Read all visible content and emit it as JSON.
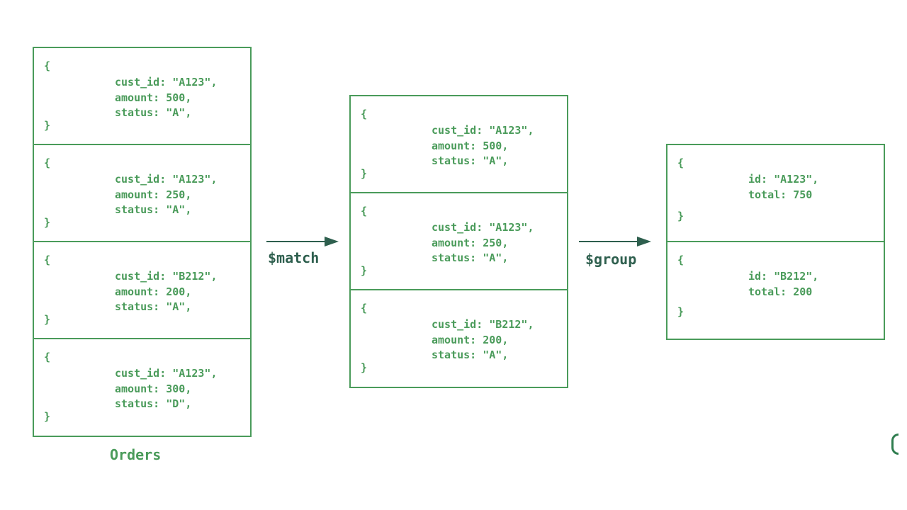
{
  "orders": {
    "caption": "Orders",
    "docs": [
      {
        "open": "{",
        "fields": [
          "cust_id: \"A123\",",
          "amount: 500,",
          "status: \"A\","
        ],
        "close": "}"
      },
      {
        "open": "{",
        "fields": [
          "cust_id: \"A123\",",
          "amount: 250,",
          "status: \"A\","
        ],
        "close": "}"
      },
      {
        "open": "{",
        "fields": [
          "cust_id: \"B212\",",
          "amount: 200,",
          "status: \"A\","
        ],
        "close": "}"
      },
      {
        "open": "{",
        "fields": [
          "cust_id: \"A123\",",
          "amount: 300,",
          "status: \"D\","
        ],
        "close": "}"
      }
    ]
  },
  "match_stage": {
    "label": "$match",
    "docs": [
      {
        "open": "{",
        "fields": [
          "cust_id: \"A123\",",
          "amount: 500,",
          "status: \"A\","
        ],
        "close": "}"
      },
      {
        "open": "{",
        "fields": [
          "cust_id: \"A123\",",
          "amount: 250,",
          "status: \"A\","
        ],
        "close": "}"
      },
      {
        "open": "{",
        "fields": [
          "cust_id: \"B212\",",
          "amount: 200,",
          "status: \"A\","
        ],
        "close": "}"
      }
    ]
  },
  "group_stage": {
    "label": "$group",
    "docs": [
      {
        "open": "{",
        "fields": [
          "id: \"A123\",",
          "total: 750"
        ],
        "close": "}"
      },
      {
        "open": "{",
        "fields": [
          "id: \"B212\",",
          "total: 200"
        ],
        "close": "}"
      }
    ]
  },
  "colors": {
    "document_green": "#4a9b5a",
    "arrow_dark": "#2e5f4e"
  }
}
